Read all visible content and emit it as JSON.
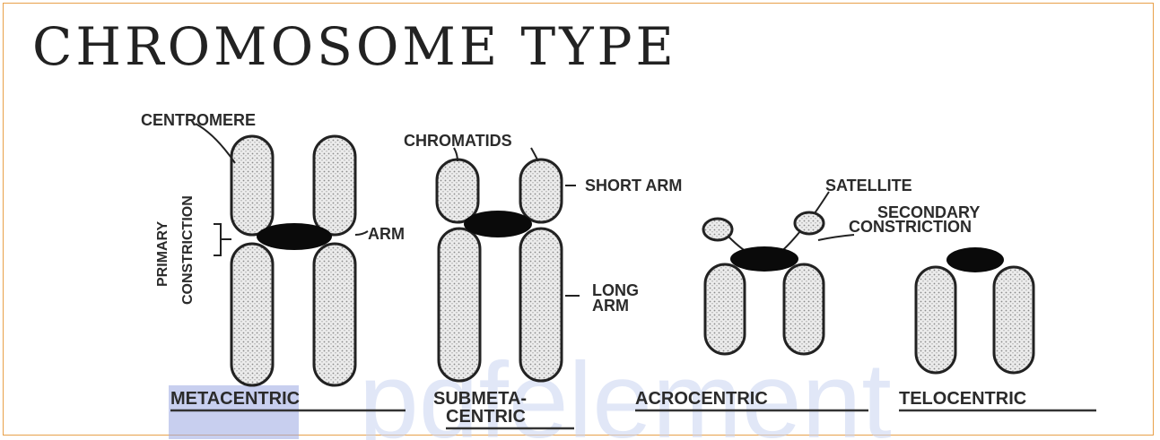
{
  "title": "CHROMOSOME TYPE",
  "labels": {
    "centromere": "CENTROMERE",
    "chromatids": "CHROMATIDS",
    "short_arm": "SHORT ARM",
    "satellite": "SATELLITE",
    "secondary_constriction_1": "SECONDARY",
    "secondary_constriction_2": "CONSTRICTION",
    "primary_constriction_1": "PRIMARY",
    "primary_constriction_2": "CONSTRICTION",
    "arm": "ARM",
    "long_arm_1": "LONG",
    "long_arm_2": "ARM"
  },
  "types": {
    "metacentric": "METACENTRIC",
    "submetacentric_1": "SUBMETA-",
    "submetacentric_2": "CENTRIC",
    "acrocentric": "ACROCENTRIC",
    "telocentric": "TELOCENTRIC"
  },
  "watermark": "pdfelement",
  "colors": {
    "border": "#e8a04a",
    "watermark": "#c9d4f2"
  }
}
